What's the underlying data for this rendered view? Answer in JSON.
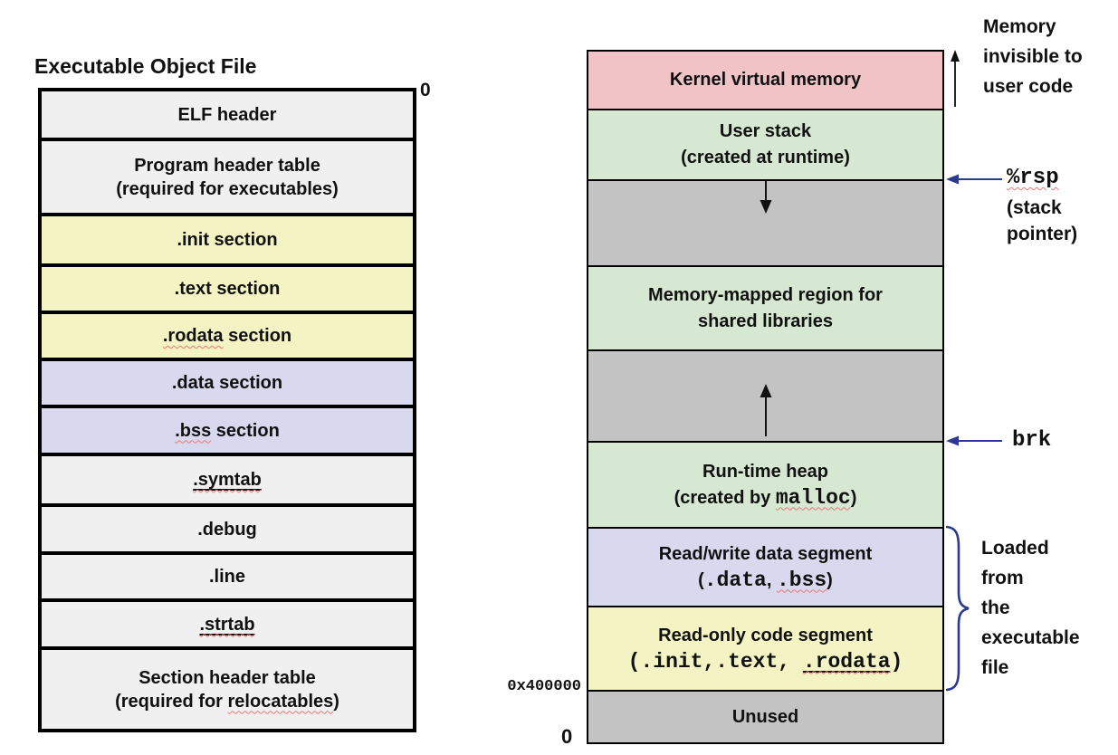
{
  "colors": {
    "pink": "#f0c4c6",
    "green": "#d6e8d2",
    "gray": "#c3c3c3",
    "lavender": "#d8d8ef",
    "yellow": "#f3f3c3",
    "row_gray": "#f0f0f0",
    "border": "#000000",
    "navy": "#2b3a8c",
    "squiggle_red": "#ee7575",
    "arrow_black": "#111111"
  },
  "object_file_table": {
    "title": "Executable Object File",
    "top_address_label": "0",
    "rows": [
      {
        "id": "elf-header",
        "color": "plain",
        "height": 55,
        "lines": [
          [
            {
              "t": "ELF header"
            }
          ]
        ]
      },
      {
        "id": "program-header-table",
        "color": "plain",
        "height": 83,
        "lines": [
          [
            {
              "t": "Program header table"
            }
          ],
          [
            {
              "t": "(required for executables)"
            }
          ]
        ]
      },
      {
        "id": "init-section",
        "color": "yellow",
        "height": 56,
        "lines": [
          [
            {
              "t": ".init section"
            }
          ]
        ]
      },
      {
        "id": "text-section",
        "color": "yellow",
        "height": 52,
        "lines": [
          [
            {
              "t": ".text section"
            }
          ]
        ]
      },
      {
        "id": "rodata-section",
        "color": "yellow",
        "height": 52,
        "lines": [
          [
            {
              "t": ".rodata",
              "sq": true
            },
            {
              "t": " section"
            }
          ]
        ]
      },
      {
        "id": "data-section",
        "color": "lavender",
        "height": 52,
        "lines": [
          [
            {
              "t": ".data section"
            }
          ]
        ]
      },
      {
        "id": "bss-section",
        "color": "lavender",
        "height": 53,
        "lines": [
          [
            {
              "t": ".bss",
              "sq": true
            },
            {
              "t": " section"
            }
          ]
        ]
      },
      {
        "id": "symtab",
        "color": "plain",
        "height": 56,
        "lines": [
          [
            {
              "t": ".symtab",
              "sq": true,
              "ul": true
            }
          ]
        ]
      },
      {
        "id": "debug",
        "color": "plain",
        "height": 53,
        "lines": [
          [
            {
              "t": ".debug"
            }
          ]
        ]
      },
      {
        "id": "line",
        "color": "plain",
        "height": 52,
        "lines": [
          [
            {
              "t": ".line"
            }
          ]
        ]
      },
      {
        "id": "strtab",
        "color": "plain",
        "height": 53,
        "lines": [
          [
            {
              "t": ".strtab",
              "sq": true,
              "ul": true
            }
          ]
        ]
      },
      {
        "id": "section-header-table",
        "color": "plain",
        "height": 87,
        "lines": [
          [
            {
              "t": "Section header table"
            }
          ],
          [
            {
              "t": "(required for "
            },
            {
              "t": "relocatables",
              "sq": true
            },
            {
              "t": ")"
            }
          ]
        ]
      }
    ]
  },
  "memory_map": {
    "regions": [
      {
        "id": "kernel-virtual-memory",
        "color": "pink",
        "height": 65,
        "lines": [
          [
            {
              "t": "Kernel virtual memory"
            }
          ]
        ]
      },
      {
        "id": "user-stack",
        "color": "green",
        "height": 78,
        "lines": [
          [
            {
              "t": "User stack"
            }
          ],
          [
            {
              "t": "(created at runtime)"
            }
          ]
        ]
      },
      {
        "id": "stack-growth-area",
        "color": "gray",
        "height": 95,
        "arrow": "down",
        "lines": []
      },
      {
        "id": "memory-mapped-region",
        "color": "green",
        "height": 93,
        "lines": [
          [
            {
              "t": "Memory-mapped region for"
            }
          ],
          [
            {
              "t": "shared libraries"
            }
          ]
        ]
      },
      {
        "id": "heap-growth-area",
        "color": "gray",
        "height": 101,
        "arrow": "up",
        "lines": []
      },
      {
        "id": "runtime-heap",
        "color": "green",
        "height": 95,
        "lines": [
          [
            {
              "t": "Run-time heap"
            }
          ],
          [
            {
              "t": "(created by "
            },
            {
              "t": "malloc",
              "mono": true,
              "sq": true
            },
            {
              "t": ")"
            }
          ]
        ]
      },
      {
        "id": "read-write-data-segment",
        "color": "lavender",
        "height": 87,
        "lines": [
          [
            {
              "t": "Read/write data segment"
            }
          ],
          [
            {
              "t": "("
            },
            {
              "t": ".data",
              "mono": true
            },
            {
              "t": ", "
            },
            {
              "t": ".bss",
              "mono": true,
              "sq": true
            },
            {
              "t": ")"
            }
          ]
        ]
      },
      {
        "id": "read-only-code-segment",
        "color": "yellow",
        "height": 93,
        "lines": [
          [
            {
              "t": "Read-only code segment"
            }
          ],
          [
            {
              "t": "(.init,.text, ",
              "mono": true
            },
            {
              "t": ".rodata",
              "mono": true,
              "sq": true,
              "ul": true
            },
            {
              "t": ")",
              "mono": true
            }
          ]
        ]
      },
      {
        "id": "unused",
        "color": "gray",
        "height": 56,
        "lines": [
          [
            {
              "t": "Unused"
            }
          ]
        ]
      }
    ],
    "labels": {
      "memory_invisible_lines": [
        "Memory",
        "invisible to",
        "user code"
      ],
      "rsp": "%rsp",
      "stack_pointer_lines": [
        "(stack",
        "pointer)"
      ],
      "brk": "brk",
      "loaded_from_lines": [
        "Loaded",
        "from",
        "the",
        "executable",
        "file"
      ],
      "addr_400000": "0x400000",
      "addr_zero": "0"
    }
  }
}
